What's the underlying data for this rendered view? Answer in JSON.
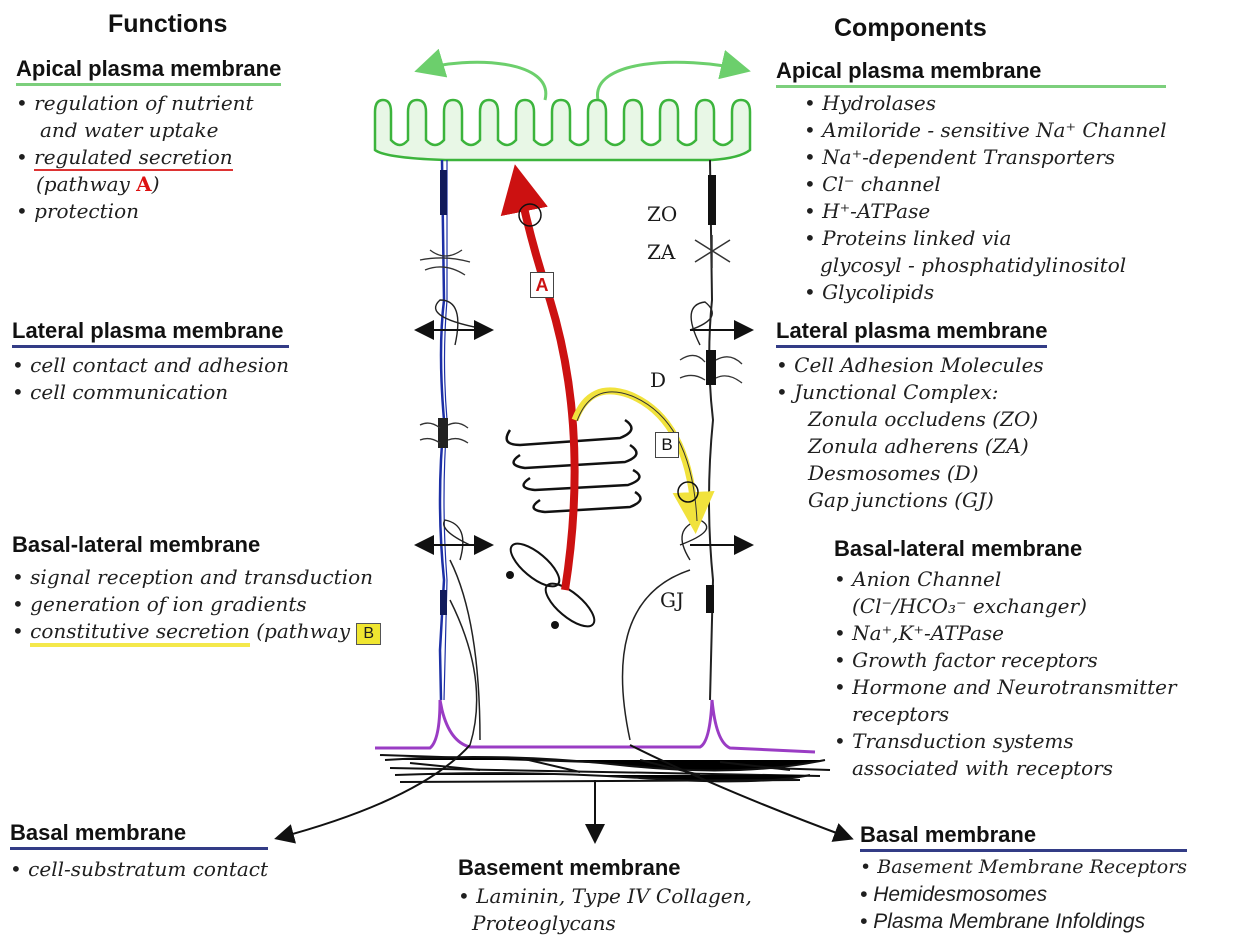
{
  "headers": {
    "functions": "Functions",
    "components": "Components"
  },
  "functions": {
    "apical": {
      "title": "Apical plasma membrane",
      "item1_line1": "regulation of nutrient",
      "item1_line2": "and water uptake",
      "item2_line1": "regulated secretion",
      "item2_line2_prefix": "(pathway ",
      "item2_line2_letter": "A",
      "item2_line2_suffix": ")",
      "item3": "protection"
    },
    "lateral": {
      "title": "Lateral plasma membrane",
      "items": [
        "cell contact and adhesion",
        "cell communication"
      ]
    },
    "basal_lateral": {
      "title": "Basal-lateral membrane",
      "item1": "signal reception and transduction",
      "item2": "generation of ion gradients",
      "item3": "constitutive secretion",
      "item3_suffix": " (pathway ",
      "item3_box": "B"
    },
    "basal": {
      "title": "Basal membrane",
      "items": [
        "cell-substratum contact"
      ]
    }
  },
  "components": {
    "apical": {
      "title": "Apical plasma membrane",
      "items": [
        "Hydrolases",
        "Amiloride - sensitive Na⁺ Channel",
        "Na⁺-dependent Transporters",
        "Cl⁻  channel",
        "H⁺-ATPase",
        "Proteins linked via",
        "glycosyl - phosphatidylinositol",
        "Glycolipids"
      ]
    },
    "lateral": {
      "title": "Lateral plasma membrane",
      "items": [
        "Cell Adhesion Molecules",
        "Junctional Complex:",
        "Zonula occludens (ZO)",
        "Zonula adherens (ZA)",
        "Desmosomes (D)",
        "Gap junctions (GJ)"
      ]
    },
    "basal_lateral": {
      "title": "Basal-lateral membrane",
      "items": [
        "Anion Channel",
        "(Cl⁻/HCO₃⁻ exchanger)",
        "Na⁺,K⁺-ATPase",
        "Growth factor receptors",
        "Hormone and Neurotransmitter",
        "receptors",
        "Transduction systems",
        "associated with receptors"
      ]
    },
    "basal": {
      "title": "Basal membrane",
      "items": [
        "Basement Membrane Receptors",
        "Hemidesmosomes",
        "Plasma Membrane Infoldings"
      ]
    }
  },
  "basement": {
    "title": "Basement membrane",
    "line1": "Laminin, Type IV Collagen,",
    "line2": "Proteoglycans"
  },
  "junction_labels": {
    "zo": "ZO",
    "za": "ZA",
    "d": "D",
    "gj": "GJ"
  },
  "pathway_labels": {
    "a": "A",
    "b": "B"
  },
  "colors": {
    "apical_green": "#5cc85c",
    "lateral_blue": "#1c2fa6",
    "basal_purple": "#9a3cc4",
    "pathway_a_red": "#cc1111",
    "pathway_b_yellow": "#f1e23c",
    "underline_navy": "#333c86"
  }
}
